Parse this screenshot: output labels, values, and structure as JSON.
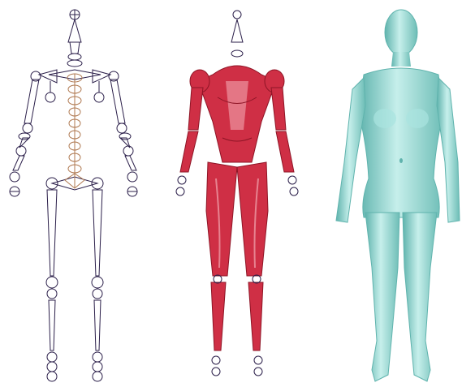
{
  "figure": {
    "panels": [
      {
        "id": "skeleton",
        "icon": "wireframe-skeleton-figure"
      },
      {
        "id": "muscles",
        "icon": "muscle-anatomy-figure"
      },
      {
        "id": "skin",
        "icon": "body-surface-mesh-figure"
      }
    ],
    "colors": {
      "background": "#ffffff",
      "bone_line": "#2b1f4a",
      "spine_line": "#b07a52",
      "muscle": "#cf2f45",
      "muscle_dark": "#8e1526",
      "muscle_light": "#f1a6b0",
      "skin": "#8fd3cd",
      "skin_shade": "#5fb3ad",
      "skin_highlight": "#c6efeb"
    }
  }
}
